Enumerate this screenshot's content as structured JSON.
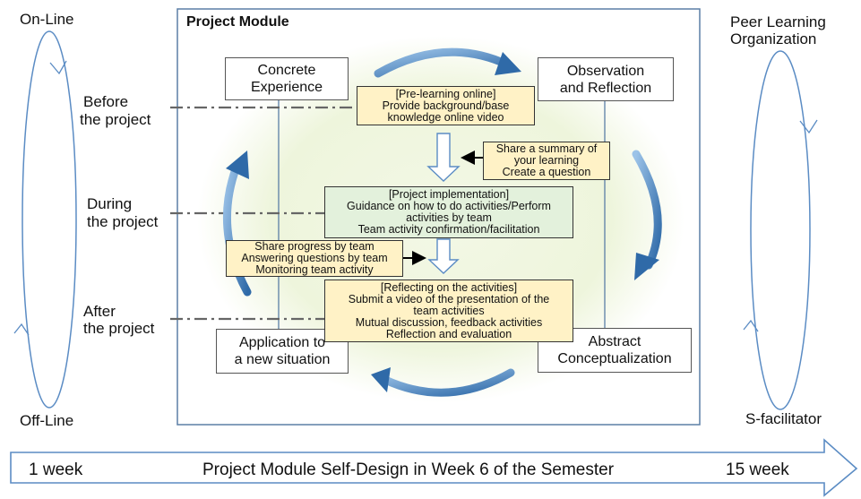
{
  "left": {
    "top_label": "On-Line",
    "bottom_label": "Off-Line"
  },
  "right": {
    "top_label_1": "Peer Learning",
    "top_label_2": "Organization",
    "bottom_label": "S-facilitator"
  },
  "phases": {
    "before_1": "Before",
    "before_2": "the project",
    "during_1": "During",
    "during_2": "the project",
    "after_1": "After",
    "after_2": "the project"
  },
  "module": {
    "title": "Project Module",
    "concrete": [
      "Concrete",
      "Experience"
    ],
    "observation": [
      "Observation",
      "and Reflection"
    ],
    "application": [
      "Application to",
      "a new situation"
    ],
    "abstract": [
      "Abstract",
      "Conceptualization"
    ]
  },
  "notes": {
    "prelearning": [
      "[Pre-learning online]",
      "Provide background/base",
      "knowledge online video"
    ],
    "summary": [
      "Share a summary of",
      "your learning",
      "Create a question"
    ],
    "implementation": [
      "[Project implementation]",
      "Guidance on how to do activities/Perform",
      "activities by team",
      "Team activity confirmation/facilitation"
    ],
    "progress": [
      "Share progress by team",
      "Answering questions by team",
      "Monitoring team activity"
    ],
    "reflecting": [
      "[Reflecting on the activities]",
      "Submit a video of the presentation of the",
      "team activities",
      "Mutual discussion, feedback activities",
      "Reflection and evaluation"
    ]
  },
  "timeline": {
    "start": "1 week",
    "center": "Project Module Self-Design in Week 6 of the Semester",
    "end": "15 week"
  },
  "colors": {
    "cycle_arrow": "#3d7ab8",
    "note_yellow": "#fff2c6",
    "note_green": "#e3f1dc",
    "glow": "#eef5dc",
    "frame": "#5b7fa6"
  }
}
